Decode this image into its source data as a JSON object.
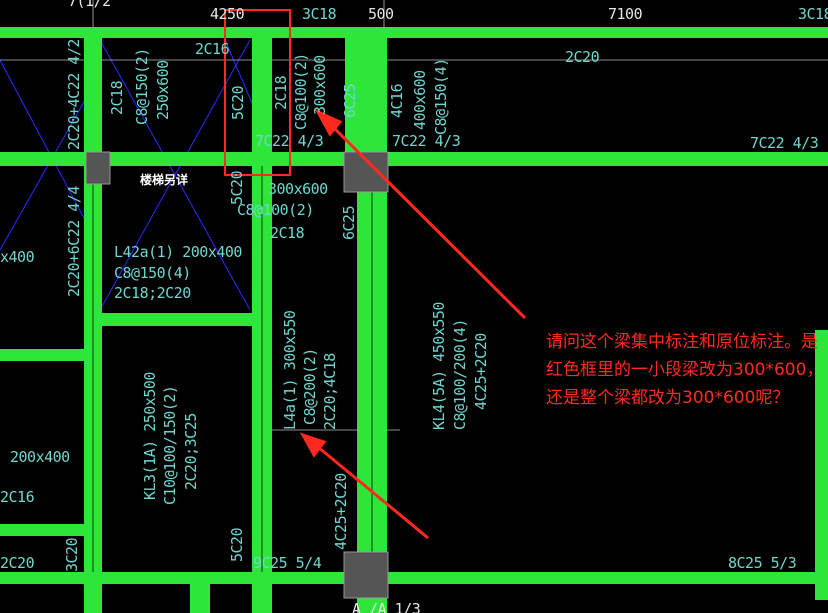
{
  "colors": {
    "beam": "#2ee63a",
    "text": "#6fd6cf",
    "column": "#555555",
    "annotation": "#ff2a1f",
    "grid": "#ffffff",
    "diag": "#2a2aff"
  },
  "dims": {
    "top_left": "4250",
    "top_mid": "500",
    "top_right": "7100",
    "axis_top_left": "7(1/2",
    "axis_top_right": "3C18",
    "axis_top_far": "3C18",
    "axis_bottom": "A /A 1/3",
    "bottom_left": "3C20",
    "bottom_mid": "5C20"
  },
  "labels": {
    "l_2c20_6c22": "2C20+4C22 4/2",
    "l_2c16": "2C16",
    "l_2c18_a": "2C18",
    "l_c8_250": "C8@150(2)",
    "l_250x600": "250x600",
    "l_5c20": "5C20",
    "l_2c18_b": "2C18",
    "l_c8_100": "C8@100(2)",
    "l_300x600": "300x600",
    "l_6c25": "6C25",
    "l_4c16": "4C16",
    "l_400x600": "400x600",
    "l_c8_150_4": "C8@150(4)",
    "l_2c20": "2C20",
    "l_7c22_a": "7C22 4/3",
    "l_7c22_b": "7C22 4/3",
    "l_7c22_c": "7C22 4/3",
    "l_5c20_b": "5C20",
    "l_300x600_b": "300x600",
    "l_c8_100_b": "C8@100(2)",
    "l_2c18_c": "2C18",
    "l_6c25_b": "6C25",
    "l_2c20_6c22_b": "2C20+6C22 4/4",
    "l_x400": "x400",
    "l_l42": "L42a(1) 200x400",
    "l_c8_150": "C8@150(4)",
    "l_2c18_2c20": "2C18;2C20",
    "l_l4": "L4a(1) 300x550",
    "l_c8_200": "C8@200(2)",
    "l_2c20_4c18": "2C20;4C18",
    "l_kl4": "KL4(5A) 450x550",
    "l_c8_100_200": "C8@100/200(4)",
    "l_4c25": "4C25+2C20",
    "l_kl3": "KL3(1A) 250x500",
    "l_c10": "C10@100/150(2)",
    "l_2c20_3c25": "2C20;3C25",
    "l_200x400": "200x400",
    "l_2c16_b": "2C16",
    "l_5c20_c": "5C20",
    "l_9c25": "9C25 5/4",
    "l_8c25": "8C25 5/3",
    "l_3c20": "3C20",
    "l_2c20_side": "2C20"
  },
  "stair_text": "楼梯另详",
  "question": "请问这个梁集中标注和原位标注。是红色框里的一小段梁改为300*600，还是整个梁都改为300*600呢？"
}
